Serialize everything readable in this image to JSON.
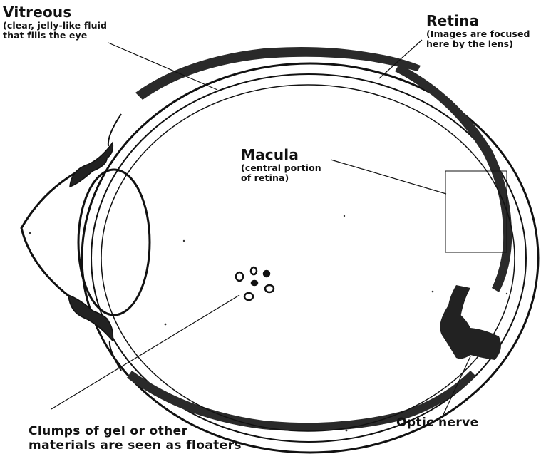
{
  "labels": {
    "vitreous": {
      "title": "Vitreous",
      "line1": "(clear, jelly-like fluid",
      "line2": "that fills the eye"
    },
    "retina": {
      "title": "Retina",
      "line1": "(Images are focused",
      "line2": "here by the lens)"
    },
    "macula": {
      "title": "Macula",
      "line1": "(central portion",
      "line2": "of retina)"
    },
    "floaters": {
      "line1": "Clumps of gel or other",
      "line2": "materials are seen as floaters"
    },
    "optic_nerve": {
      "title": "Optic nerve"
    }
  },
  "colors": {
    "ink": "#111111",
    "retina_band": "#2a2a2a",
    "background": "#ffffff"
  }
}
